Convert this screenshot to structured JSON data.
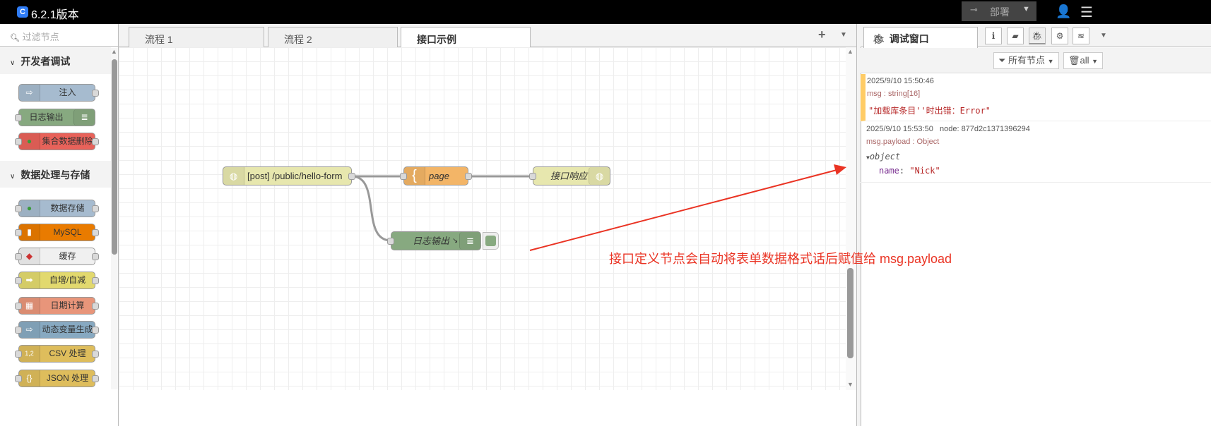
{
  "header": {
    "logo_text": "C",
    "title": "6.2.1版本",
    "deploy_label": "部署",
    "icons": [
      "deploy-icon",
      "user-icon",
      "menu-icon"
    ]
  },
  "palette": {
    "filter_placeholder": "过滤节点",
    "categories": [
      {
        "label": "开发者调试",
        "nodes": [
          {
            "label": "注入",
            "color": "#a6bbcf",
            "icon": "⇨"
          },
          {
            "label": "日志输出",
            "color": "#87a980",
            "icon": "≣"
          },
          {
            "label": "集合数据删除",
            "color": "#e8625a",
            "icon": "●"
          }
        ]
      },
      {
        "label": "数据处理与存储",
        "nodes": [
          {
            "label": "数据存储",
            "color": "#a6bbcf",
            "icon": "●"
          },
          {
            "label": "MySQL",
            "color": "#e97b00",
            "icon": "▮"
          },
          {
            "label": "缓存",
            "color": "#f0f0f0",
            "icon": "◆"
          },
          {
            "label": "自增/自减",
            "color": "#e2d96e",
            "icon": "➡"
          },
          {
            "label": "日期计算",
            "color": "#e8957a",
            "icon": "▦"
          },
          {
            "label": "动态变量生成",
            "color": "#87a9c1",
            "icon": "⇨"
          },
          {
            "label": "CSV 处理",
            "color": "#debd5c",
            "icon": "1,2"
          },
          {
            "label": "JSON 处理",
            "color": "#debd5c",
            "icon": "{}"
          }
        ]
      }
    ]
  },
  "workspace": {
    "tabs": [
      {
        "label": "流程 1"
      },
      {
        "label": "流程 2"
      },
      {
        "label": "接口示例",
        "active": true
      }
    ],
    "add_label": "+",
    "nodes": {
      "http_in": {
        "label": "[post] /public/hello-form",
        "color": "#e7e7ae"
      },
      "template": {
        "label": "page",
        "color": "#f3b567"
      },
      "http_response": {
        "label": "接口响应",
        "color": "#e7e7ae"
      },
      "debug": {
        "label": "日志输出",
        "color": "#87a980"
      }
    },
    "annotation": "接口定义节点会自动将表单数据格式话后赋值给 msg.payload",
    "annotation_color": "#ea3323"
  },
  "sidebar": {
    "tab_label": "调试窗口",
    "filter_label": "所有节点",
    "clear_label": "all",
    "messages": [
      {
        "time": "2025/9/10 15:50:46",
        "node": "",
        "type": "msg : string[16]",
        "value": "\"加载库条目''时出错：Error\"",
        "highlight": "#ffcc66"
      },
      {
        "time": "2025/9/10 15:53:50",
        "node": "node: 877d2c1371396294",
        "type": "msg.payload : Object",
        "tree_label": "object",
        "key": "name",
        "value": "\"Nick\""
      }
    ]
  }
}
